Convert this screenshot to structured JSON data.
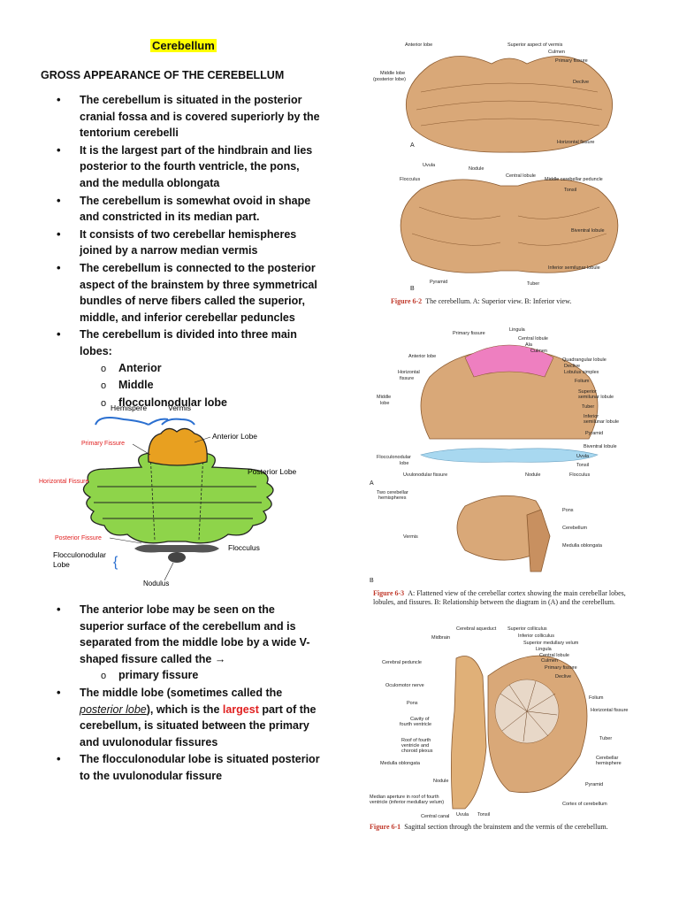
{
  "title": "Cerebellum",
  "heading": "GROSS APPEARANCE OF THE CEREBELLUM",
  "bullets1": [
    "The cerebellum is situated in the posterior cranial fossa and is covered superiorly by the tentorium cerebelli",
    "It is the largest part of the hindbrain and lies posterior to the fourth ventricle, the pons, and the medulla oblongata",
    "The cerebellum is somewhat ovoid in shape and constricted in its median part.",
    "It consists of two cerebellar hemispheres joined by a narrow median vermis",
    "The cerebellum is connected to the posterior aspect of the brainstem by three symmetrical bundles of nerve fibers called the superior, middle, and inferior cerebellar peduncles",
    "The cerebellum is divided into three main lobes:"
  ],
  "lobes": [
    "Anterior",
    "Middle",
    "flocculonodular lobe"
  ],
  "bullets2": {
    "b1": "The anterior lobe may be seen on the superior surface of the cerebellum and is separated from the middle lobe by a wide V-shaped fissure called the →",
    "b1_sub": "primary fissure",
    "b2_pre": "The middle lobe (sometimes called the ",
    "b2_ital": "posterior lobe",
    "b2_mid": "), which is the ",
    "b2_red": "largest",
    "b2_post": " part of the cerebellum, is situated between the primary and uvulonodular fissures",
    "b3": "The flocculonodular lobe is situated posterior to the uvulonodular fissure"
  },
  "diagram": {
    "hemisphere": "Hemispere",
    "vermis": "Vermis",
    "anterior_lobe": "Anterior Lobe",
    "posterior_lobe": "Posterior Lobe",
    "primary_fissure": "Primary Fissure",
    "horizontal_fissure": "Horizontal Fissure",
    "posterior_fissure": "Posterior Fissure",
    "flocculonodular_1": "Flocculonodular",
    "flocculonodular_2": "Lobe",
    "flocculus": "Flocculus",
    "nodulus": "Nodulus"
  },
  "fig62": {
    "labels": {
      "anterior_lobe": "Anterior lobe",
      "superior_aspect": "Superior aspect of vermis",
      "culmen": "Culmen",
      "primary_fissure": "Primary fissure",
      "middle_lobe_1": "Middle lobe",
      "middle_lobe_2": "(posterior lobe)",
      "declive": "Declive",
      "horizontal_fissure": "Horizontal fissure",
      "a": "A",
      "uvula": "Uvula",
      "nodule": "Nodule",
      "flocculus": "Flocculus",
      "central_lobule": "Central lobule",
      "mcp": "Middle cerebellar peduncle",
      "tonsil": "Tonsil",
      "biventral": "Biventral lobule",
      "inf_semilunar": "Inferior semilunar lobule",
      "pyramid": "Pyramid",
      "tuber": "Tuber",
      "b": "B"
    },
    "caption_num": "Figure 6-2",
    "caption": "The cerebellum. A: Superior view. B: Inferior view."
  },
  "fig63": {
    "labels": {
      "primary_fissure": "Primary fissure",
      "lingula": "Lingula",
      "central_lobule": "Central lobule",
      "ala": "Ala",
      "culmen": "Culmen",
      "anterior_lobe": "Anterior lobe",
      "quadrangular": "Quadrangular lobule",
      "declive": "Declive",
      "lobulus_simplex": "Lobulus simplex",
      "horizontal_1": "Horizontal",
      "horizontal_2": "fissure",
      "folium": "Folium",
      "superior_semilunar_1": "Superior",
      "superior_semilunar_2": "semilunar lobule",
      "middle_1": "Middle",
      "middle_2": "lobe",
      "tuber": "Tuber",
      "inferior_semilunar_1": "Inferior",
      "inferior_semilunar_2": "semilunar lobule",
      "pyramid": "Pyramid",
      "biventral": "Biventral lobule",
      "flocculonodular_1": "Flocculonodular",
      "flocculonodular_2": "lobe",
      "uvula": "Uvula",
      "tonsil": "Tonsil",
      "uvulonodular": "Uvulonodular fissure",
      "nodule": "Nodule",
      "flocculus": "Flocculus",
      "a": "A",
      "two_hemis_1": "Two cerebellar",
      "two_hemis_2": "hemispheres",
      "pons": "Pons",
      "cerebellum": "Cerebellum",
      "vermis": "Vermis",
      "medulla": "Medulla oblongata",
      "b": "B"
    },
    "caption_num": "Figure 6-3",
    "caption_1": "A: Flattened view of the cerebellar cortex showing the main cerebellar lobes,",
    "caption_2": "lobules, and fissures. B: Relationship between the diagram in (A) and the cerebellum."
  },
  "fig61": {
    "labels": {
      "cerebral_aqueduct": "Cerebral aqueduct",
      "superior_colliculus": "Superior colliculus",
      "midbrain": "Midbrain",
      "inferior_colliculus": "Inferior colliculus",
      "superior_medullary": "Superior medullary velum",
      "lingula": "Lingula",
      "cerebral_peduncle": "Cerebral peduncle",
      "central_lobule": "Central lobule",
      "culmen": "Culmen",
      "primary_fissure": "Primary fissure",
      "oculomotor": "Oculomotor nerve",
      "declive": "Declive",
      "folium": "Folium",
      "pons": "Pons",
      "horizontal_fissure": "Horizontal fissure",
      "cavity_1": "Cavity of",
      "cavity_2": "fourth ventricle",
      "roof_1": "Roof of fourth",
      "roof_2": "ventricle and",
      "roof_3": "choroid plexus",
      "tuber": "Tuber",
      "medulla": "Medulla oblongata",
      "cerebellar_hemi_1": "Cerebellar",
      "cerebellar_hemi_2": "hemisphere",
      "nodule": "Nodule",
      "pyramid": "Pyramid",
      "median_aperture_1": "Median aperture in roof of fourth",
      "median_aperture_2": "ventricle (inferior medullary velum)",
      "cortex": "Cortex of cerebellum",
      "central_canal": "Central canal",
      "uvula": "Uvula",
      "tonsil": "Tonsil"
    },
    "caption_num": "Figure 6-1",
    "caption": "Sagittal section through the brainstem and the vermis of the cerebellum."
  },
  "colors": {
    "title_highlight": "#ffff00",
    "anterior_lobe": "#e8a020",
    "posterior_lobe": "#8ed44a",
    "flocculonodular": "#555555",
    "anatomy": "#d9a878",
    "fig_caption_red": "#c0392b",
    "flattened_pink": "#ee7fc0",
    "flattened_blue": "#a8d8f0"
  }
}
